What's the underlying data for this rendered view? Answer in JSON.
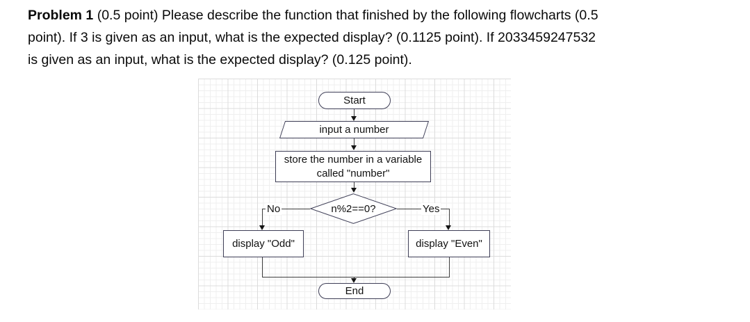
{
  "problem": {
    "bold": "Problem 1",
    "line1_rest": " (0.5 point) Please describe the function that finished by the following flowcharts (0.5",
    "line2": "point). If 3 is given as an input, what is the expected display? (0.1125 point). If 2033459247532",
    "line3": "is given as an input, what is the expected display? (0.125 point)."
  },
  "flowchart": {
    "start_label": "Start",
    "input_label": "input a number",
    "store_line1": "store the number in a variable",
    "store_line2": "called \"number\"",
    "condition_label": "n%2==0?",
    "no_label": "No",
    "yes_label": "Yes",
    "odd_label": "display \"Odd\"",
    "even_label": "display \"Even\"",
    "end_label": "End"
  },
  "colors": {
    "shape_border": "#3e3e56",
    "connector": "#3c3c3c",
    "arrowhead": "#141414",
    "grid_minor": "#efefef",
    "grid_major": "#dcdcdc",
    "text": "#0a0a0a"
  }
}
